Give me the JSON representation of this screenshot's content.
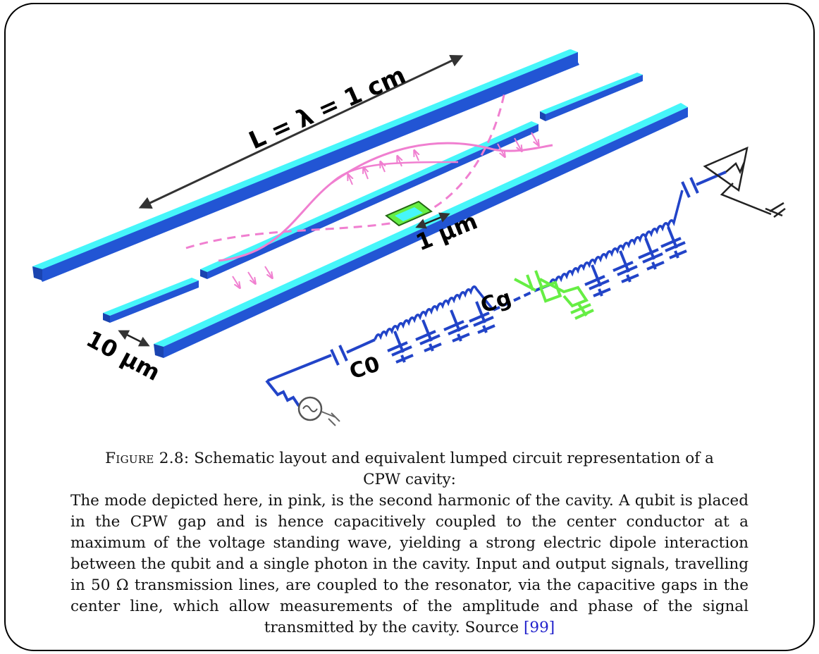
{
  "diagram": {
    "length_label": "L = λ = 1 cm",
    "qubit_size_label": "1 μm",
    "gap_label": "10 μm",
    "coupling_cap_label": "Cg",
    "input_cap_label": "C0",
    "colors": {
      "conductor_top": "#46f6fa",
      "conductor_side": "#2255d4",
      "mode": "#f07fd0",
      "circuit": "#2244c8",
      "qubit": "#66ee44",
      "arrow": "#333333"
    }
  },
  "caption": {
    "figure_label": "Figure 2.8:",
    "title": "Schematic layout and equivalent lumped circuit representation of a CPW cavity:",
    "body": "The mode depicted here, in pink, is the second harmonic of the cavity. A qubit is placed in the CPW gap and is hence capacitively coupled to the center conductor at a maximum of the voltage standing wave, yielding a strong electric dipole interaction between the qubit and a single photon in the cavity. Input and output signals, travelling in 50 Ω transmission lines, are coupled to the resonator, via the capacitive gaps in the center line, which allow measurements of the amplitude and phase of the signal transmitted by the cavity. Source",
    "citation": "[99]"
  }
}
